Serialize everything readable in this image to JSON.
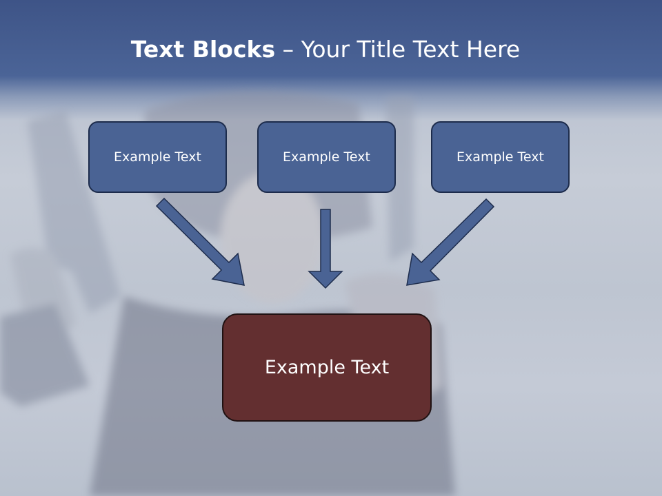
{
  "title": {
    "bold": "Text Blocks",
    "separator": " – ",
    "rest": "Your Title Text Here"
  },
  "blocks": [
    {
      "text": "Example Text"
    },
    {
      "text": "Example Text"
    },
    {
      "text": "Example Text"
    }
  ],
  "main_block": {
    "text": "Example Text"
  },
  "colors": {
    "header": "#4b6497",
    "block_fill": "#4a6394",
    "block_border": "#1d2c4c",
    "main_fill": "#632f30",
    "arrow": "#4a6394"
  }
}
